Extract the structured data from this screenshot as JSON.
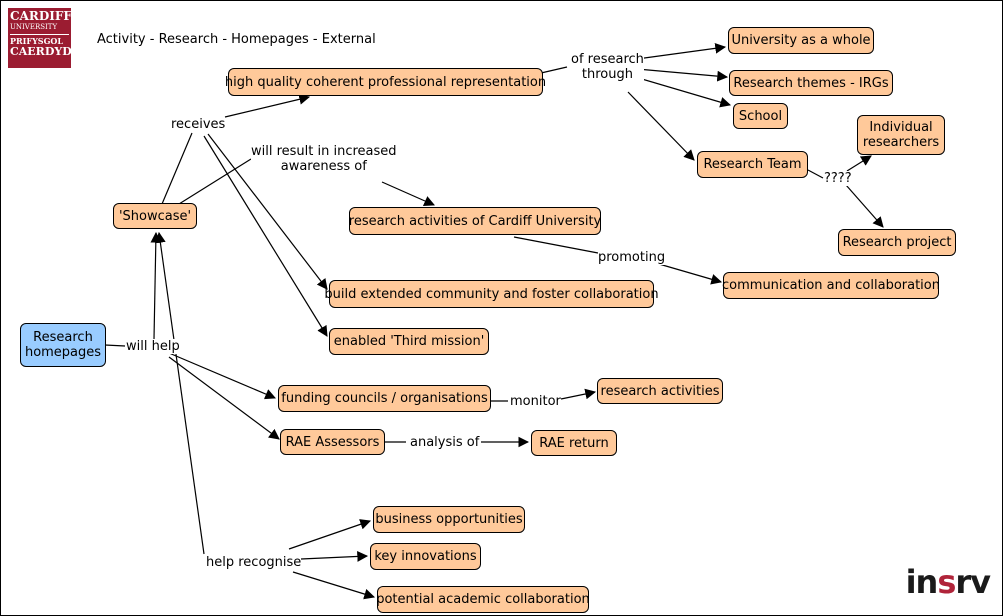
{
  "header": {
    "title": "Activity - Research - Homepages - External",
    "logo": {
      "line1": "CARDIFF",
      "line2": "UNIVERSITY",
      "line3": "PRIFYSGOL",
      "line4": "CAERDYD"
    },
    "brand": {
      "pre": "in",
      "accent": "s",
      "post": "rv"
    }
  },
  "nodes": {
    "research_homepages": "Research homepages",
    "showcase": "'Showcase'",
    "high_quality": "high quality coherent professional representation",
    "university_whole": "University as a whole",
    "research_themes": "Research themes - IRGs",
    "school": "School",
    "research_team": "Research Team",
    "individual_researchers": "Individual researchers",
    "research_project": "Research project",
    "research_activities_cardiff": "research activities of Cardiff University",
    "communication": "communication and collaboration",
    "build_community": "build extended community and foster collaboration",
    "third_mission": "enabled 'Third mission'",
    "funding_councils": "funding councils / organisations",
    "research_activities": "research activities",
    "rae_assessors": "RAE Assessors",
    "rae_return": "RAE return",
    "business_opportunities": "business opportunities",
    "key_innovations": "key innovations",
    "potential_collab": "potential academic collaboration"
  },
  "links": {
    "will_help": "will help",
    "receives": "receives",
    "will_result_line1": "will result in  increased",
    "will_result_line2": "awareness of",
    "of_research_line1": "of research",
    "of_research_line2": "through",
    "question_marks": "????",
    "promoting": "promoting",
    "monitor": "monitor",
    "analysis_of": "analysis of",
    "help_recognise": "help recognise"
  }
}
